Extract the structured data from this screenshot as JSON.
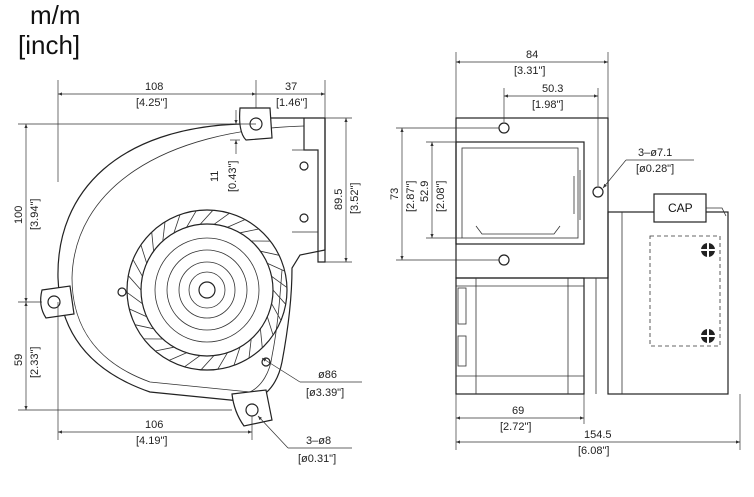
{
  "units": {
    "primary": "m/m",
    "secondary": "[inch]"
  },
  "left_view": {
    "width_108": "108",
    "width_108_in": "[4.25\"]",
    "tab_37": "37",
    "tab_37_in": "[1.46\"]",
    "offset_11": "11",
    "offset_11_in": "[0.43\"]",
    "height_89_5": "89.5",
    "height_89_5_in": "[3.52\"]",
    "height_100": "100",
    "height_100_in": "[3.94\"]",
    "height_59": "59",
    "height_59_in": "[2.33\"]",
    "width_106": "106",
    "width_106_in": "[4.19\"]",
    "dia_86": "ø86",
    "dia_86_in": "[ø3.39\"]",
    "holes_8": "3–ø8",
    "holes_8_in": "[ø0.31\"]"
  },
  "right_view": {
    "width_84": "84",
    "width_84_in": "[3.31\"]",
    "width_50_3": "50.3",
    "width_50_3_in": "[1.98\"]",
    "holes_7_1": "3–ø7.1",
    "holes_7_1_in": "[ø0.28\"]",
    "height_73": "73",
    "height_73_in": "[2.87\"]",
    "height_52_9": "52.9",
    "height_52_9_in": "[2.08\"]",
    "cap_label": "CAP",
    "width_69": "69",
    "width_69_in": "[2.72\"]",
    "width_154_5": "154.5",
    "width_154_5_in": "[6.08\"]"
  }
}
